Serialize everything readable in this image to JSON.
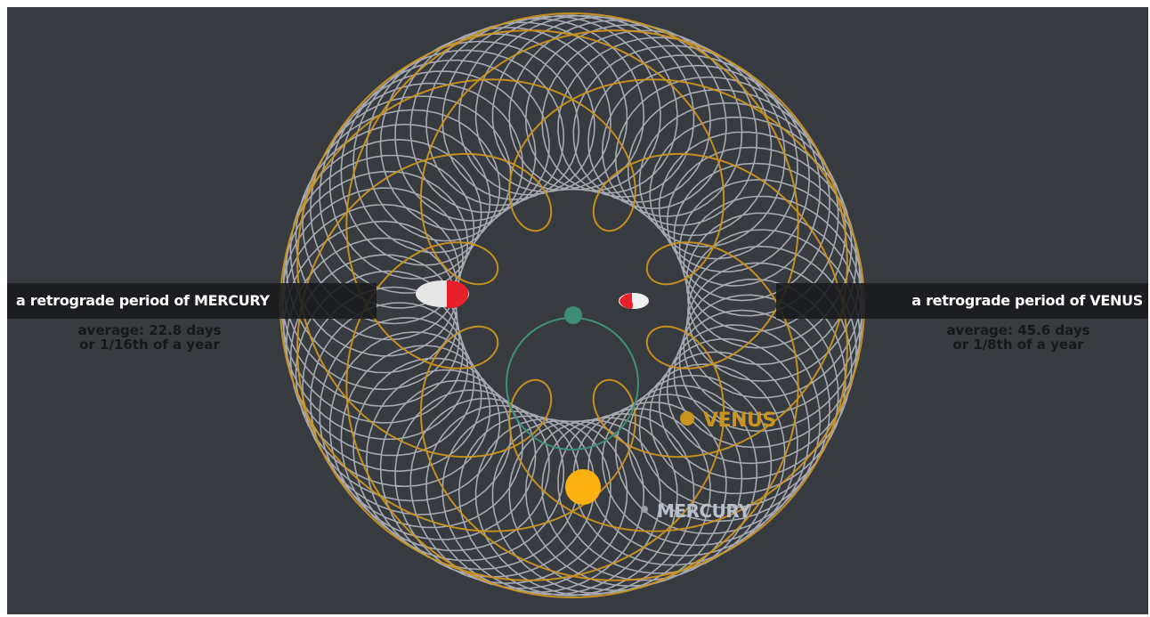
{
  "panels": {
    "mercury": {
      "title": "a retrograde period of MERCURY",
      "avg_line": "average: 22.8 days",
      "fraction_line": "or 1/16th of a year"
    },
    "venus": {
      "title": "a retrograde period of VENUS",
      "avg_line": "average: 45.6 days",
      "fraction_line": "or 1/8th of a year"
    }
  },
  "labels": {
    "venus": "VENUS",
    "mercury": "MERCURY"
  },
  "colors": {
    "background": "#373a3f",
    "venus_path": "#c9951f",
    "mercury_path": "#b2b6be",
    "earth_orbit": "#3f8f78",
    "earth": "#3e8c76",
    "sun": "#fbb10f",
    "retrograde_red": "#e8202a",
    "retrograde_white": "#e6e6e6"
  }
}
